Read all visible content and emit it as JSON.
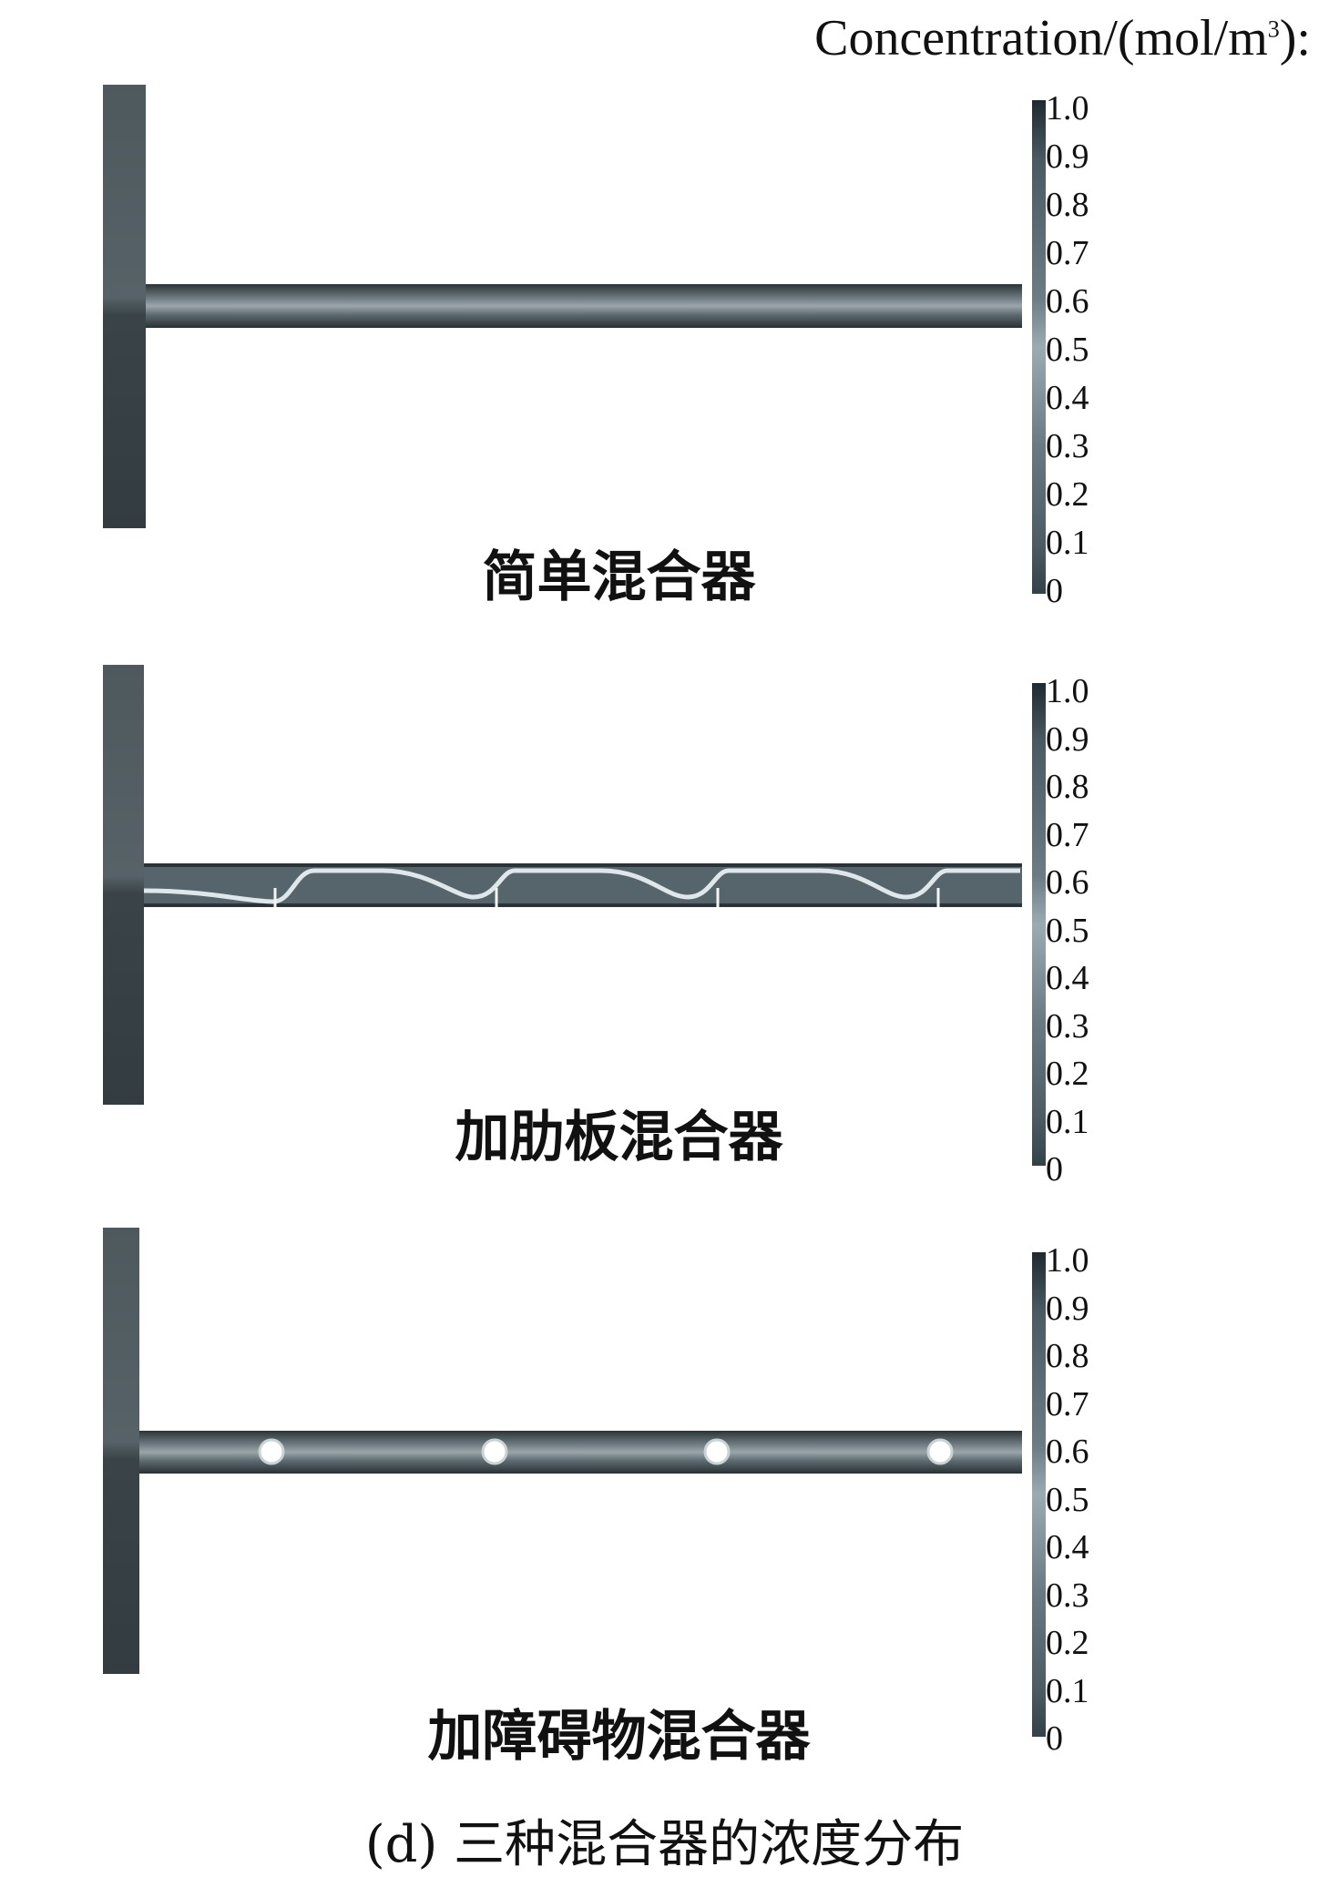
{
  "unit_title": {
    "text": "Concentration/(mol/m",
    "sup": "3",
    "suffix": "):"
  },
  "colorbar_ticks": [
    "1.0",
    "0.9",
    "0.8",
    "0.7",
    "0.6",
    "0.5",
    "0.4",
    "0.3",
    "0.2",
    "0.1",
    "0"
  ],
  "panels": [
    {
      "label": "简单混合器"
    },
    {
      "label": "加肋板混合器"
    },
    {
      "label": "加障碍物混合器"
    }
  ],
  "caption": "(d) 三种混合器的浓度分布",
  "colors": {
    "body_dark": "#3b474c",
    "pipe": "#55646a",
    "highlight": "#e8eef0"
  }
}
